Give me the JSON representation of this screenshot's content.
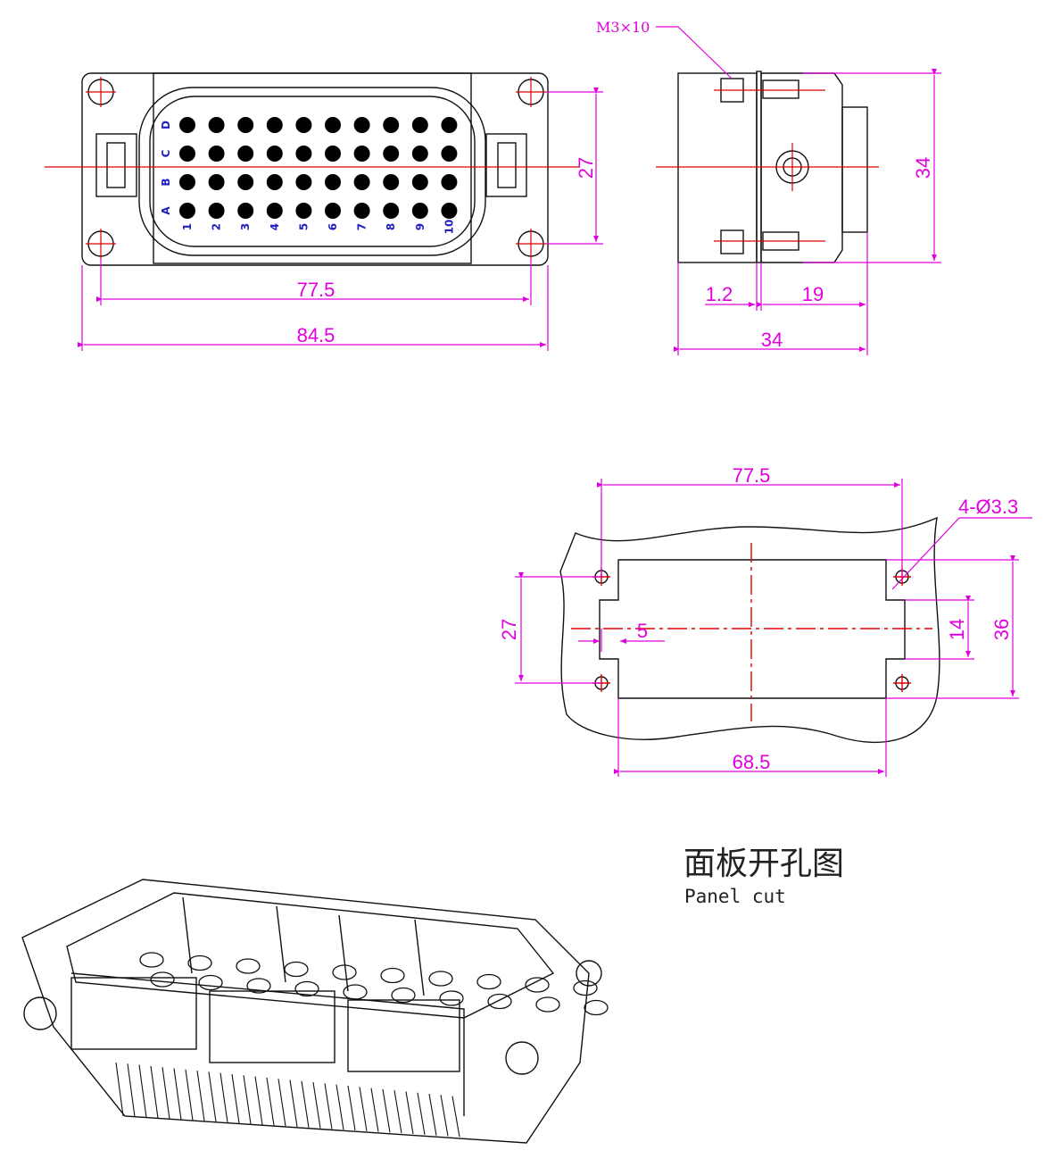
{
  "front_view": {
    "dim_width_inner": "77.5",
    "dim_width_outer": "84.5",
    "dim_height": "27",
    "row_labels": [
      "A",
      "B",
      "C",
      "D"
    ],
    "column_numbers": [
      "1",
      "2",
      "3",
      "4",
      "5",
      "6",
      "7",
      "8",
      "9",
      "10"
    ]
  },
  "side_view": {
    "screw_label": "M3×10",
    "dim_height": "34",
    "dim_flange": "1.2",
    "dim_depth_body": "19",
    "dim_depth_total": "34"
  },
  "panel_cut": {
    "dim_hole_spacing": "77.5",
    "hole_label": "4-Ø3.3",
    "dim_height_holes": "27",
    "dim_offset": "5",
    "dim_notch": "14",
    "dim_height_total": "36",
    "dim_width_cut": "68.5",
    "caption_cn": "面板开孔图",
    "caption_en": "Panel cut"
  },
  "colors": {
    "dimension": "#e000e0",
    "centerline": "#e00000",
    "outline": "#111111",
    "pin": "#000000",
    "row_label": "#2020c0"
  }
}
